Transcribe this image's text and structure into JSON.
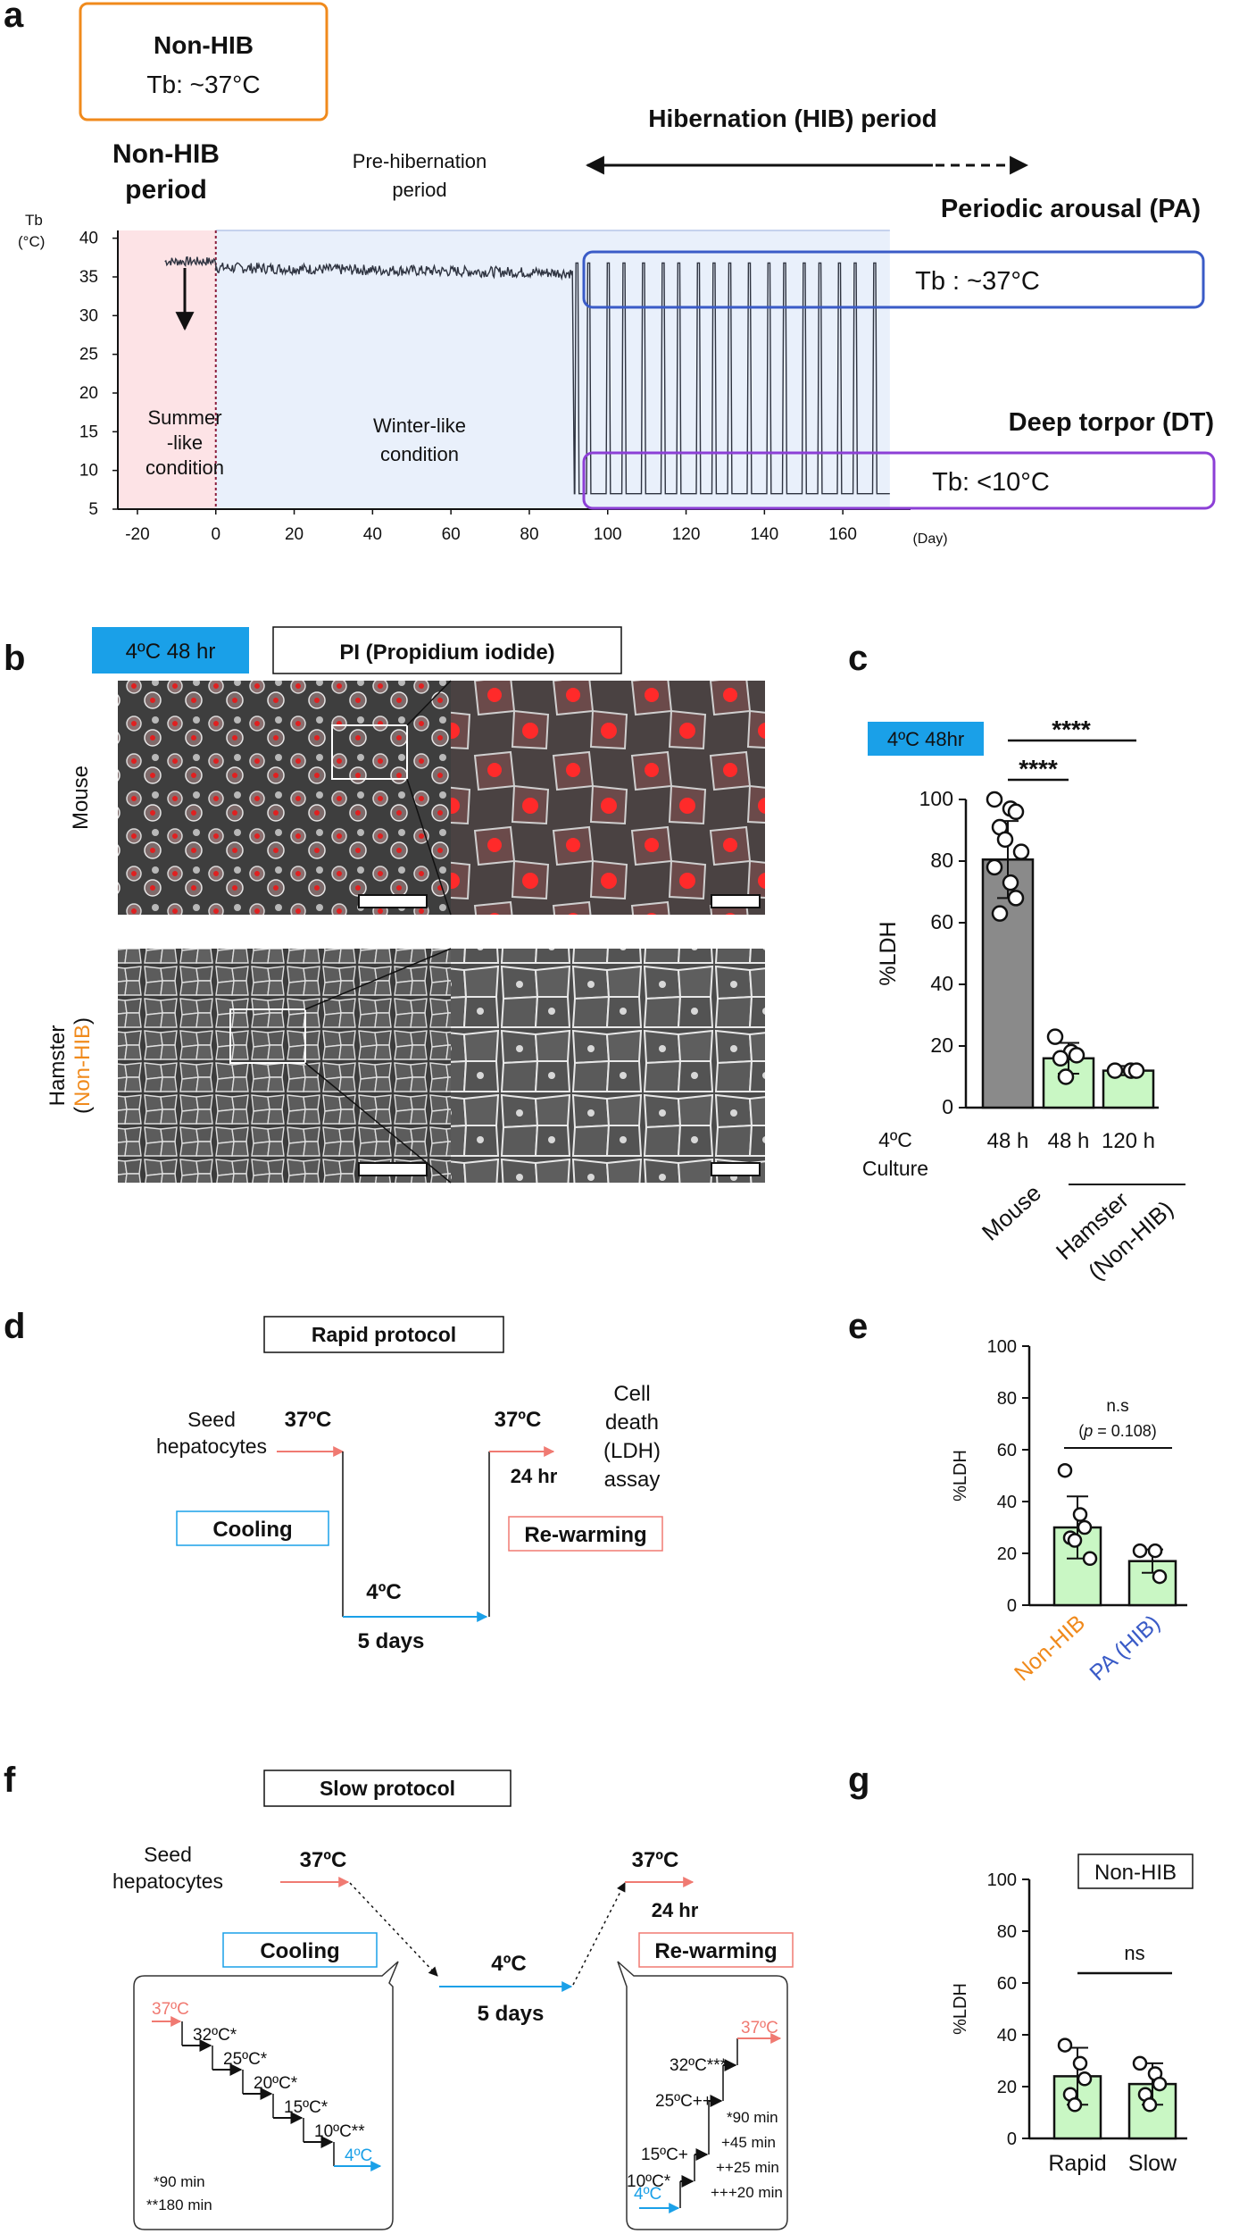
{
  "colors": {
    "orange": "#f08a1c",
    "blue_text": "#3a5bc7",
    "purple": "#8c3fd6",
    "cyan": "#1aa0e8",
    "salmon": "#f07a72",
    "red": "#e8231a",
    "mouse_bar": "#8a8a8a",
    "hamster_bar": "#c9f7c4",
    "pink_region": "#fde3e6",
    "blue_region": "#e9f0fb"
  },
  "panel_a": {
    "letter": "a",
    "non_hib_box_title": "Non-HIB",
    "non_hib_box_tb": "Tb: ~37°C",
    "non_hib_period": [
      "Non-HIB",
      "period"
    ],
    "pre_hib_period": [
      "Pre-hibernation",
      "period"
    ],
    "hib_period": "Hibernation (HIB) period",
    "pa_label": "Periodic arousal    (PA)",
    "pa_tb": "Tb : ~37°C",
    "dt_label": "Deep torpor   (DT)",
    "dt_tb": "Tb: <10°C",
    "summer": [
      "Summer",
      "-like",
      "condition"
    ],
    "winter": [
      "Winter-like",
      "condition"
    ],
    "y_axis_title": [
      "Tb",
      "(°C)"
    ],
    "x_unit": "(Day)"
  },
  "panel_b": {
    "letter": "b",
    "tag": "4ºC 48 hr",
    "pi_label": "PI (Propidium iodide)",
    "row_mouse": "Mouse",
    "row_hamster_a": "Hamster",
    "row_hamster_open": "(",
    "row_hamster_b": "Non-HIB",
    "row_hamster_close": ")"
  },
  "panel_c": {
    "letter": "c",
    "tag": "4ºC 48hr",
    "sig1": "****",
    "sig2": "****",
    "culture": [
      "4ºC",
      "Culture"
    ],
    "group_mouse": "Mouse",
    "group_hamster": "Hamster",
    "group_hamster_sub": "(Non-HIB)"
  },
  "panel_d": {
    "letter": "d",
    "title": "Rapid  protocol",
    "seed": [
      "Seed",
      "hepatocytes"
    ],
    "t37a": "37ºC",
    "t37b": "37ºC",
    "t24": "24 hr",
    "cooling": "Cooling",
    "rewarming": "Re-warming",
    "t4": "4ºC",
    "days": "5 days",
    "assay": [
      "Cell",
      "death",
      "(LDH)",
      "assay"
    ]
  },
  "panel_e": {
    "letter": "e",
    "ns": "n.s",
    "p_open": "(",
    "p_italic": "p",
    "p_rest": " = 0.108)"
  },
  "panel_f": {
    "letter": "f",
    "title": "Slow  protocol",
    "seed": [
      "Seed",
      "hepatocytes"
    ],
    "t37a": "37ºC",
    "t37b": "37ºC",
    "t24": "24 hr",
    "cooling": "Cooling",
    "rewarming": "Re-warming",
    "t4": "4ºC",
    "days": "5 days",
    "cool_steps": [
      "37ºC",
      "32ºC*",
      "25ºC*",
      "20ºC*",
      "15ºC*",
      "10ºC**",
      "4ºC"
    ],
    "cool_notes": [
      "*90 min",
      "**180 min"
    ],
    "warm_steps": [
      "4ºC",
      "10ºC*",
      "15ºC+",
      "25ºC++",
      "32ºC***",
      "37ºC"
    ],
    "warm_notes": [
      "*90 min",
      "+45 min",
      "++25 min",
      "+++20 min"
    ]
  },
  "panel_g": {
    "letter": "g",
    "tag": "Non-HIB",
    "ns": "ns"
  },
  "chart_data": [
    {
      "type": "line",
      "panel": "a",
      "xlabel": "(Day)",
      "ylabel": "Tb (°C)",
      "xlim": [
        -25,
        175
      ],
      "ylim": [
        5,
        41
      ],
      "x_ticks": [
        -20,
        0,
        20,
        40,
        60,
        80,
        100,
        120,
        140,
        160
      ],
      "y_ticks": [
        5,
        10,
        15,
        20,
        25,
        30,
        35,
        40
      ],
      "series": [
        {
          "baseline_x": [
            -13,
            0
          ],
          "baseline_y": 37,
          "pre_hib_x": [
            0,
            91
          ],
          "pre_hib_y_start": 36.2,
          "pre_hib_y_end": 35.5,
          "hib_start_x": 91,
          "hib_end_x": 172,
          "arousal_peak_y": 36.8,
          "torpor_y": 7,
          "arousal_days": [
            92,
            95,
            100,
            104,
            109,
            114,
            118,
            123,
            127,
            131,
            136,
            141,
            145,
            150,
            154,
            159,
            163,
            168
          ]
        }
      ]
    },
    {
      "type": "bar",
      "panel": "c",
      "tag": "4ºC 48hr",
      "ylabel": "%LDH",
      "ylim": [
        0,
        100
      ],
      "y_ticks": [
        0,
        20,
        40,
        60,
        80,
        100
      ],
      "categories": [
        "48 h",
        "48 h",
        "120 h"
      ],
      "groups": [
        "Mouse",
        "Hamster (Non-HIB)",
        "Hamster (Non-HIB)"
      ],
      "values": [
        80.5,
        16,
        12
      ],
      "errors": [
        12.5,
        5,
        1.5
      ],
      "points": [
        [
          100,
          97,
          96,
          91,
          87,
          83,
          78,
          73,
          68,
          63
        ],
        [
          23,
          18,
          17,
          16,
          10
        ],
        [
          12,
          12,
          12
        ]
      ],
      "significance": [
        "****",
        "****"
      ]
    },
    {
      "type": "bar",
      "panel": "e",
      "ylabel": "%LDH",
      "ylim": [
        0,
        100
      ],
      "y_ticks": [
        0,
        20,
        40,
        60,
        80,
        100
      ],
      "categories": [
        "Non-HIB",
        "PA (HIB)"
      ],
      "values": [
        30,
        17
      ],
      "errors": [
        12,
        4.5
      ],
      "points": [
        [
          52,
          35,
          30,
          26,
          25,
          18
        ],
        [
          21,
          21,
          11
        ]
      ],
      "annotation": "n.s (p = 0.108)"
    },
    {
      "type": "bar",
      "panel": "g",
      "ylabel": "%LDH",
      "ylim": [
        0,
        100
      ],
      "y_ticks": [
        0,
        20,
        40,
        60,
        80,
        100
      ],
      "categories": [
        "Rapid",
        "Slow"
      ],
      "values": [
        24,
        21
      ],
      "errors": [
        11,
        8
      ],
      "points": [
        [
          36,
          29,
          23,
          17,
          13
        ],
        [
          29,
          25,
          21,
          17,
          13
        ]
      ],
      "annotation": "ns"
    }
  ]
}
